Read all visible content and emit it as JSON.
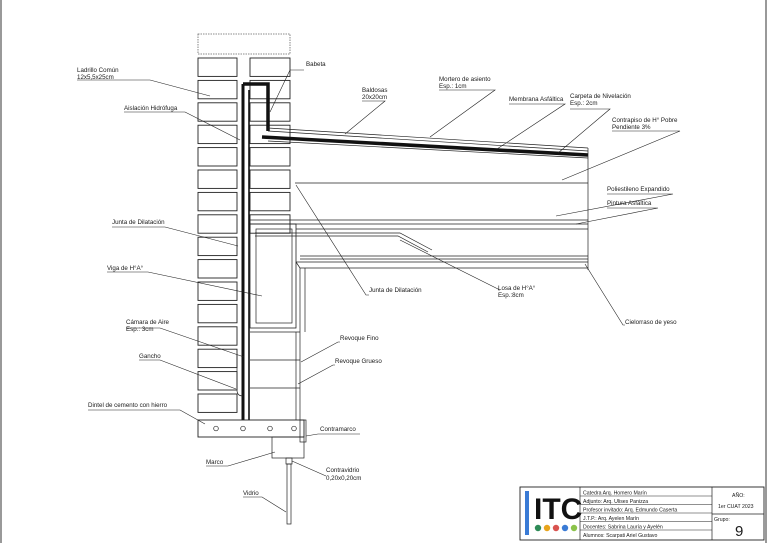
{
  "labels": {
    "ladrillo": "Ladrillo Común",
    "ladrillo_dim": "12x5,5x25cm",
    "aislacion": "Aislación Hidrófuga",
    "babeta": "Babeta",
    "baldosas": "Baldosas",
    "baldosas_dim": "20x20cm",
    "mortero": "Mortero de asiento",
    "mortero_esp": "Esp.: 1cm",
    "membrana": "Membrana Asfáltica",
    "carpeta": "Carpeta de Nivelación",
    "carpeta_esp": "Esp.: 2cm",
    "contrapiso": "Contrapiso de H° Pobre",
    "contrapiso_pend": "Pendiente 3%",
    "poliestileno": "Poliestileno Expandido",
    "pintura": "Pintura Asfáltica",
    "junta1": "Junta de Dilatación",
    "viga": "Viga de H°A°",
    "junta2": "Junta de Dilatación",
    "losa": "Losa de H°A°",
    "losa_esp": "Esp.:8cm",
    "cielorraso": "Cielorraso de yeso",
    "camara": "Cámara de Aire",
    "camara_esp": "Esp.: 3cm",
    "revoque_fino": "Revoque Fino",
    "gancho": "Gancho",
    "revoque_grueso": "Revoque Grueso",
    "dintel": "Dintel de cemento con hierro",
    "contramarco": "Contramarco",
    "marco": "Marco",
    "contravidrio": "Contravidrio",
    "contravidrio_dim": "0,20x0,20cm",
    "vidrio": "Vidrio"
  },
  "title_block": {
    "logo": "ITC",
    "rows": [
      "Catedra Arq. Homero Marín",
      "Adjunto: Arq. Ulises Panizza",
      "Profesor invitado: Arq. Edmundo Caserta",
      "J.T.P.: Arq. Ayelen Marín",
      "Docentes: Sabrina Lauría y Ayelén",
      "Alumnos: Scarpati Ariel Gustavo"
    ],
    "year_label": "AÑO:",
    "year_value": "1er CUAT 2023",
    "group_label": "Grupo:",
    "group_value": "9"
  },
  "colors": {
    "line": "#222222",
    "logo_dots": [
      "#2e8b57",
      "#e8a41c",
      "#d9534f",
      "#3a7bd5",
      "#8bc34a"
    ]
  }
}
